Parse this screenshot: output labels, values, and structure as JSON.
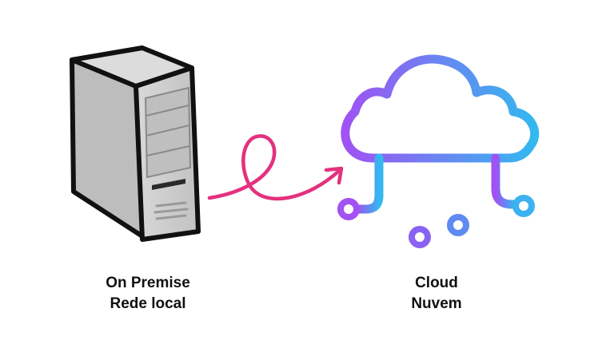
{
  "server": {
    "line1": "On Premise",
    "line2": "Rede local",
    "icon": "server-tower-icon",
    "body_color": "#c9c9c9",
    "outline_color": "#111111"
  },
  "cloud": {
    "line1": "Cloud",
    "line2": "Nuvem",
    "icon": "cloud-network-icon",
    "gradient_start": "#9b5cf6",
    "gradient_end": "#38b6f2"
  },
  "arrow": {
    "icon": "curly-arrow-icon",
    "color": "#e4317f"
  }
}
